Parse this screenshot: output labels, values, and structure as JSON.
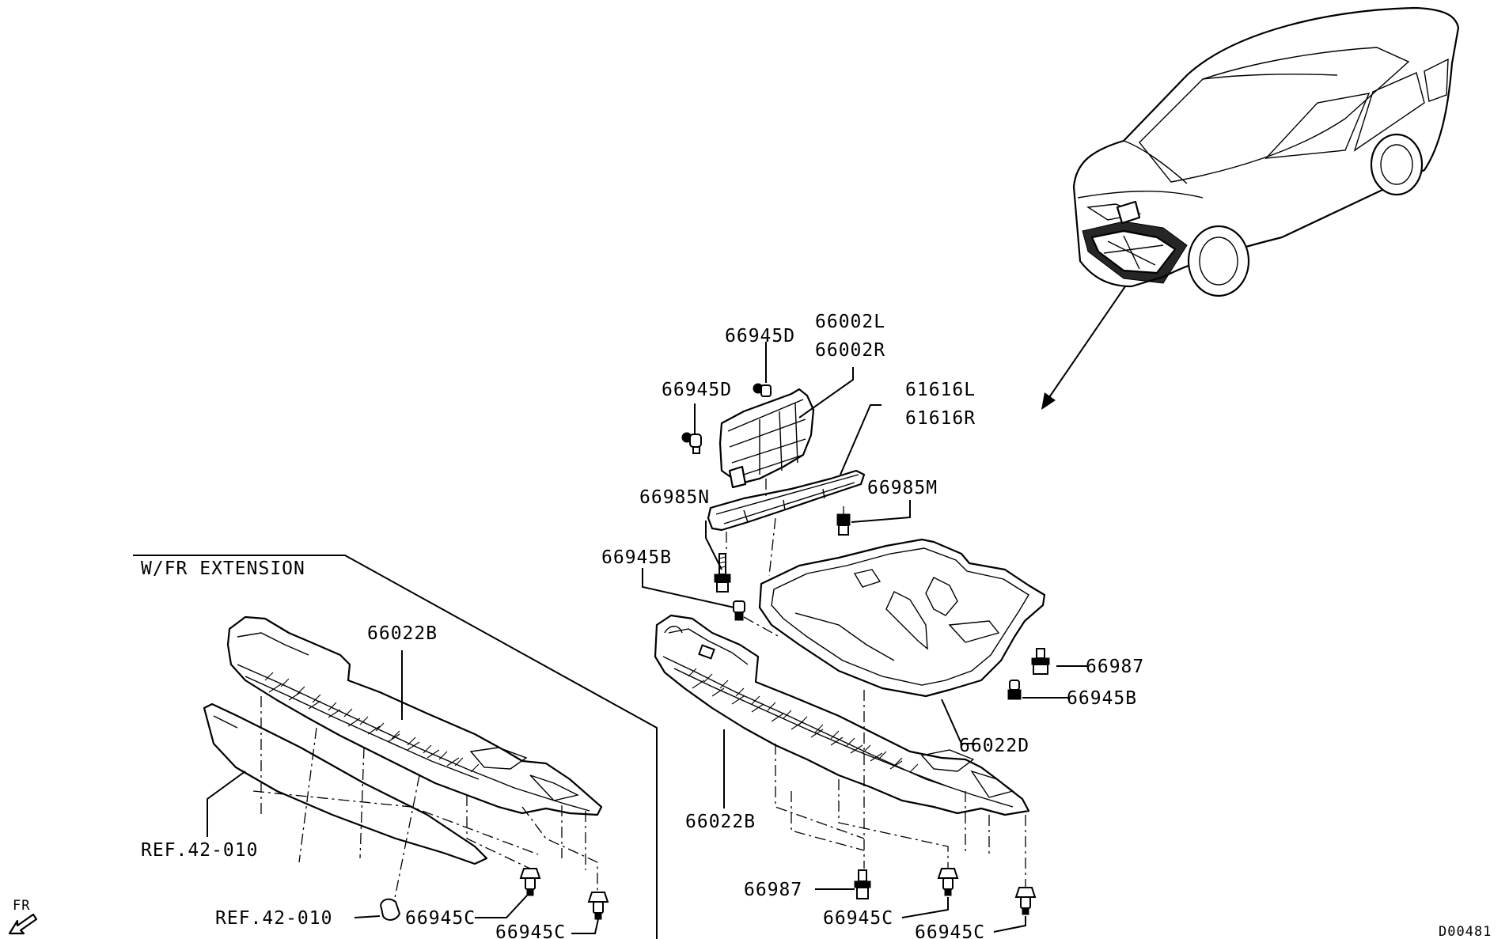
{
  "diagram": {
    "inset_title": "W/FR EXTENSION",
    "diagram_code": "D00481",
    "direction_label": "FR",
    "labels": {
      "p66002L": "66002L",
      "p66002R": "66002R",
      "p66945D_top": "66945D",
      "p66945D_left": "66945D",
      "p61616L": "61616L",
      "p61616R": "61616R",
      "p66985N": "66985N",
      "p66985M": "66985M",
      "p66945B_left": "66945B",
      "p66945B_right": "66945B",
      "p66987_right": "66987",
      "p66987_bottom": "66987",
      "p66022D": "66022D",
      "p66022B_main": "66022B",
      "p66022B_inset": "66022B",
      "p66945C_b1": "66945C",
      "p66945C_b2": "66945C",
      "p66945C_i1": "66945C",
      "p66945C_i2": "66945C",
      "ref_1": "REF.42-010",
      "ref_2": "REF.42-010"
    }
  }
}
